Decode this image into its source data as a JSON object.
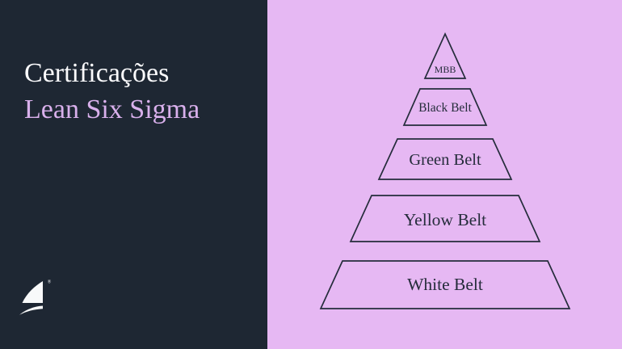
{
  "left_panel": {
    "title_line1": "Certificações",
    "title_line2": "Lean Six Sigma"
  },
  "logo": {
    "mark": "®"
  },
  "pyramid": {
    "levels": [
      {
        "label": "MBB"
      },
      {
        "label": "Black Belt"
      },
      {
        "label": "Green Belt"
      },
      {
        "label": "Yellow Belt"
      },
      {
        "label": "White Belt"
      }
    ]
  },
  "colors": {
    "left_background": "#1E2733",
    "right_background": "#E6B8F3",
    "title_primary": "#FBFBFD",
    "title_accent": "#D9B0EC",
    "pyramid_outline": "#252C3B",
    "logo_white": "#F8F9FA"
  }
}
